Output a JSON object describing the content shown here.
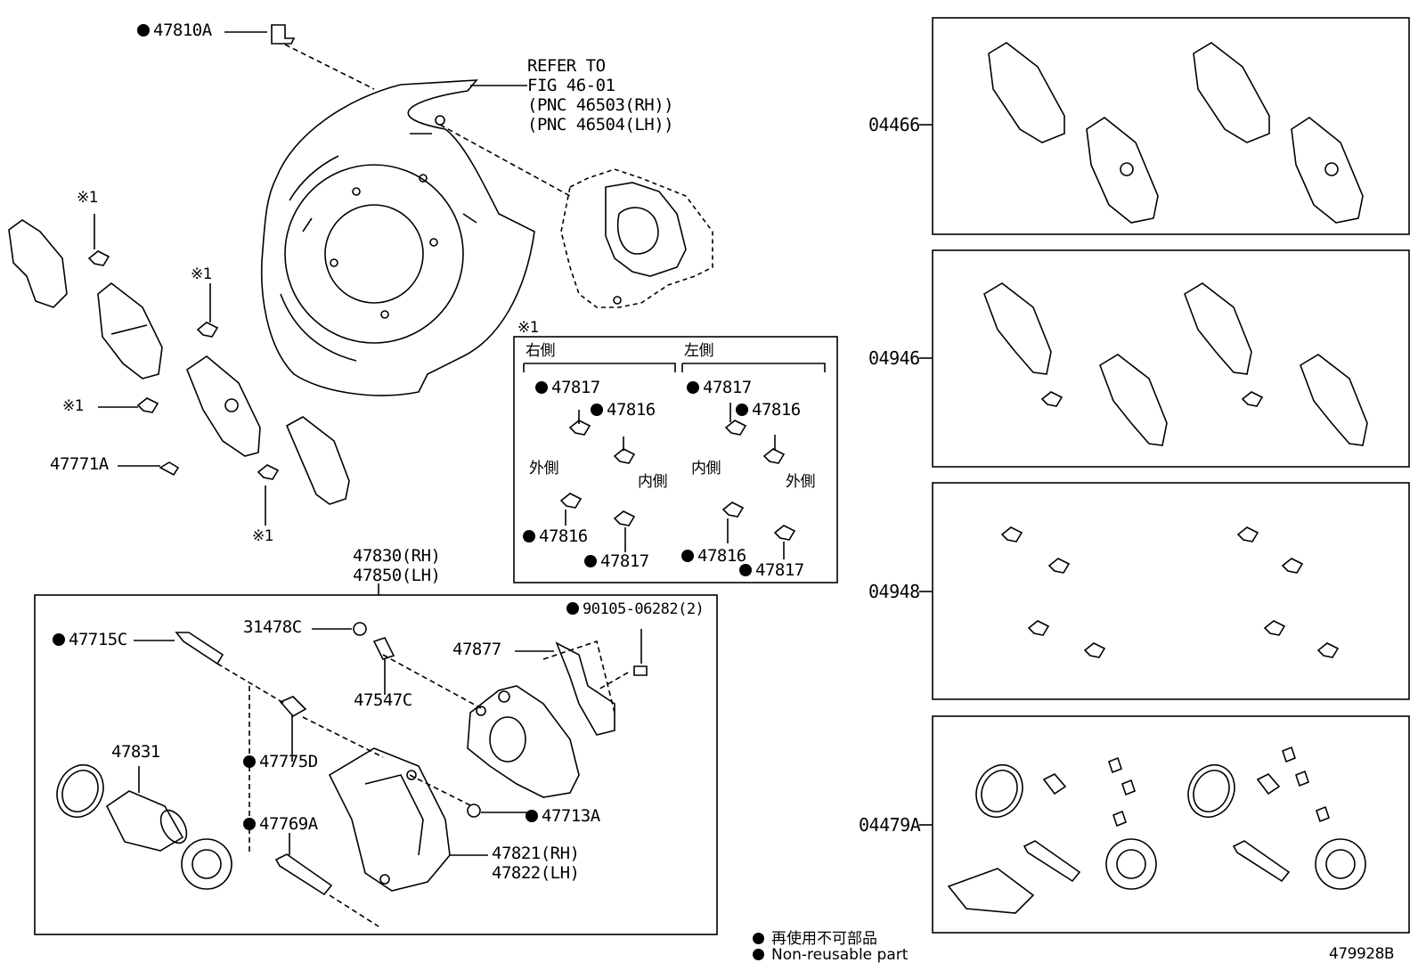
{
  "top": {
    "bolt_top": "47810A",
    "refer_lines": [
      "REFER TO",
      "FIG 46-01",
      "(PNC 46503(RH))",
      "(PNC 46504(LH))"
    ],
    "note_mark_1": "※1",
    "note_mark_2": "※1",
    "note_mark_3": "※1",
    "note_mark_4": "※1",
    "clip_left": "47771A"
  },
  "inset": {
    "mark": "※1",
    "right_side": "右側",
    "left_side": "左側",
    "outer": "外側",
    "inner": "内側",
    "parts": {
      "r_top_47817": "47817",
      "r_top_47816": "47816",
      "r_bot_47816": "47816",
      "r_bot_47817": "47817",
      "l_top_47817": "47817",
      "l_top_47816": "47816",
      "l_bot_47816": "47816",
      "l_bot_47817": "47817"
    },
    "labels": {
      "r_outer": "外側",
      "r_inner": "内側",
      "l_inner": "内側",
      "l_outer": "外側"
    }
  },
  "caliper": {
    "assy_rh": "47830(RH)",
    "assy_lh": "47850(LH)",
    "pin_bolt": "47715C",
    "cap": "31478C",
    "bleeder": "47547C",
    "bolt_90105": "90105-06282(2)",
    "pad_support": "47877",
    "boot": "47775D",
    "piston": "47831",
    "pin": "47769A",
    "bushing": "47713A",
    "mount_rh": "47821(RH)",
    "mount_lh": "47822(LH)"
  },
  "kits": {
    "k1": "04466",
    "k2": "04946",
    "k3": "04948",
    "k4": "04479A"
  },
  "legend": {
    "jp": "再使用不可部品",
    "en": "Non-reusable part"
  },
  "figure_code": "479928B"
}
